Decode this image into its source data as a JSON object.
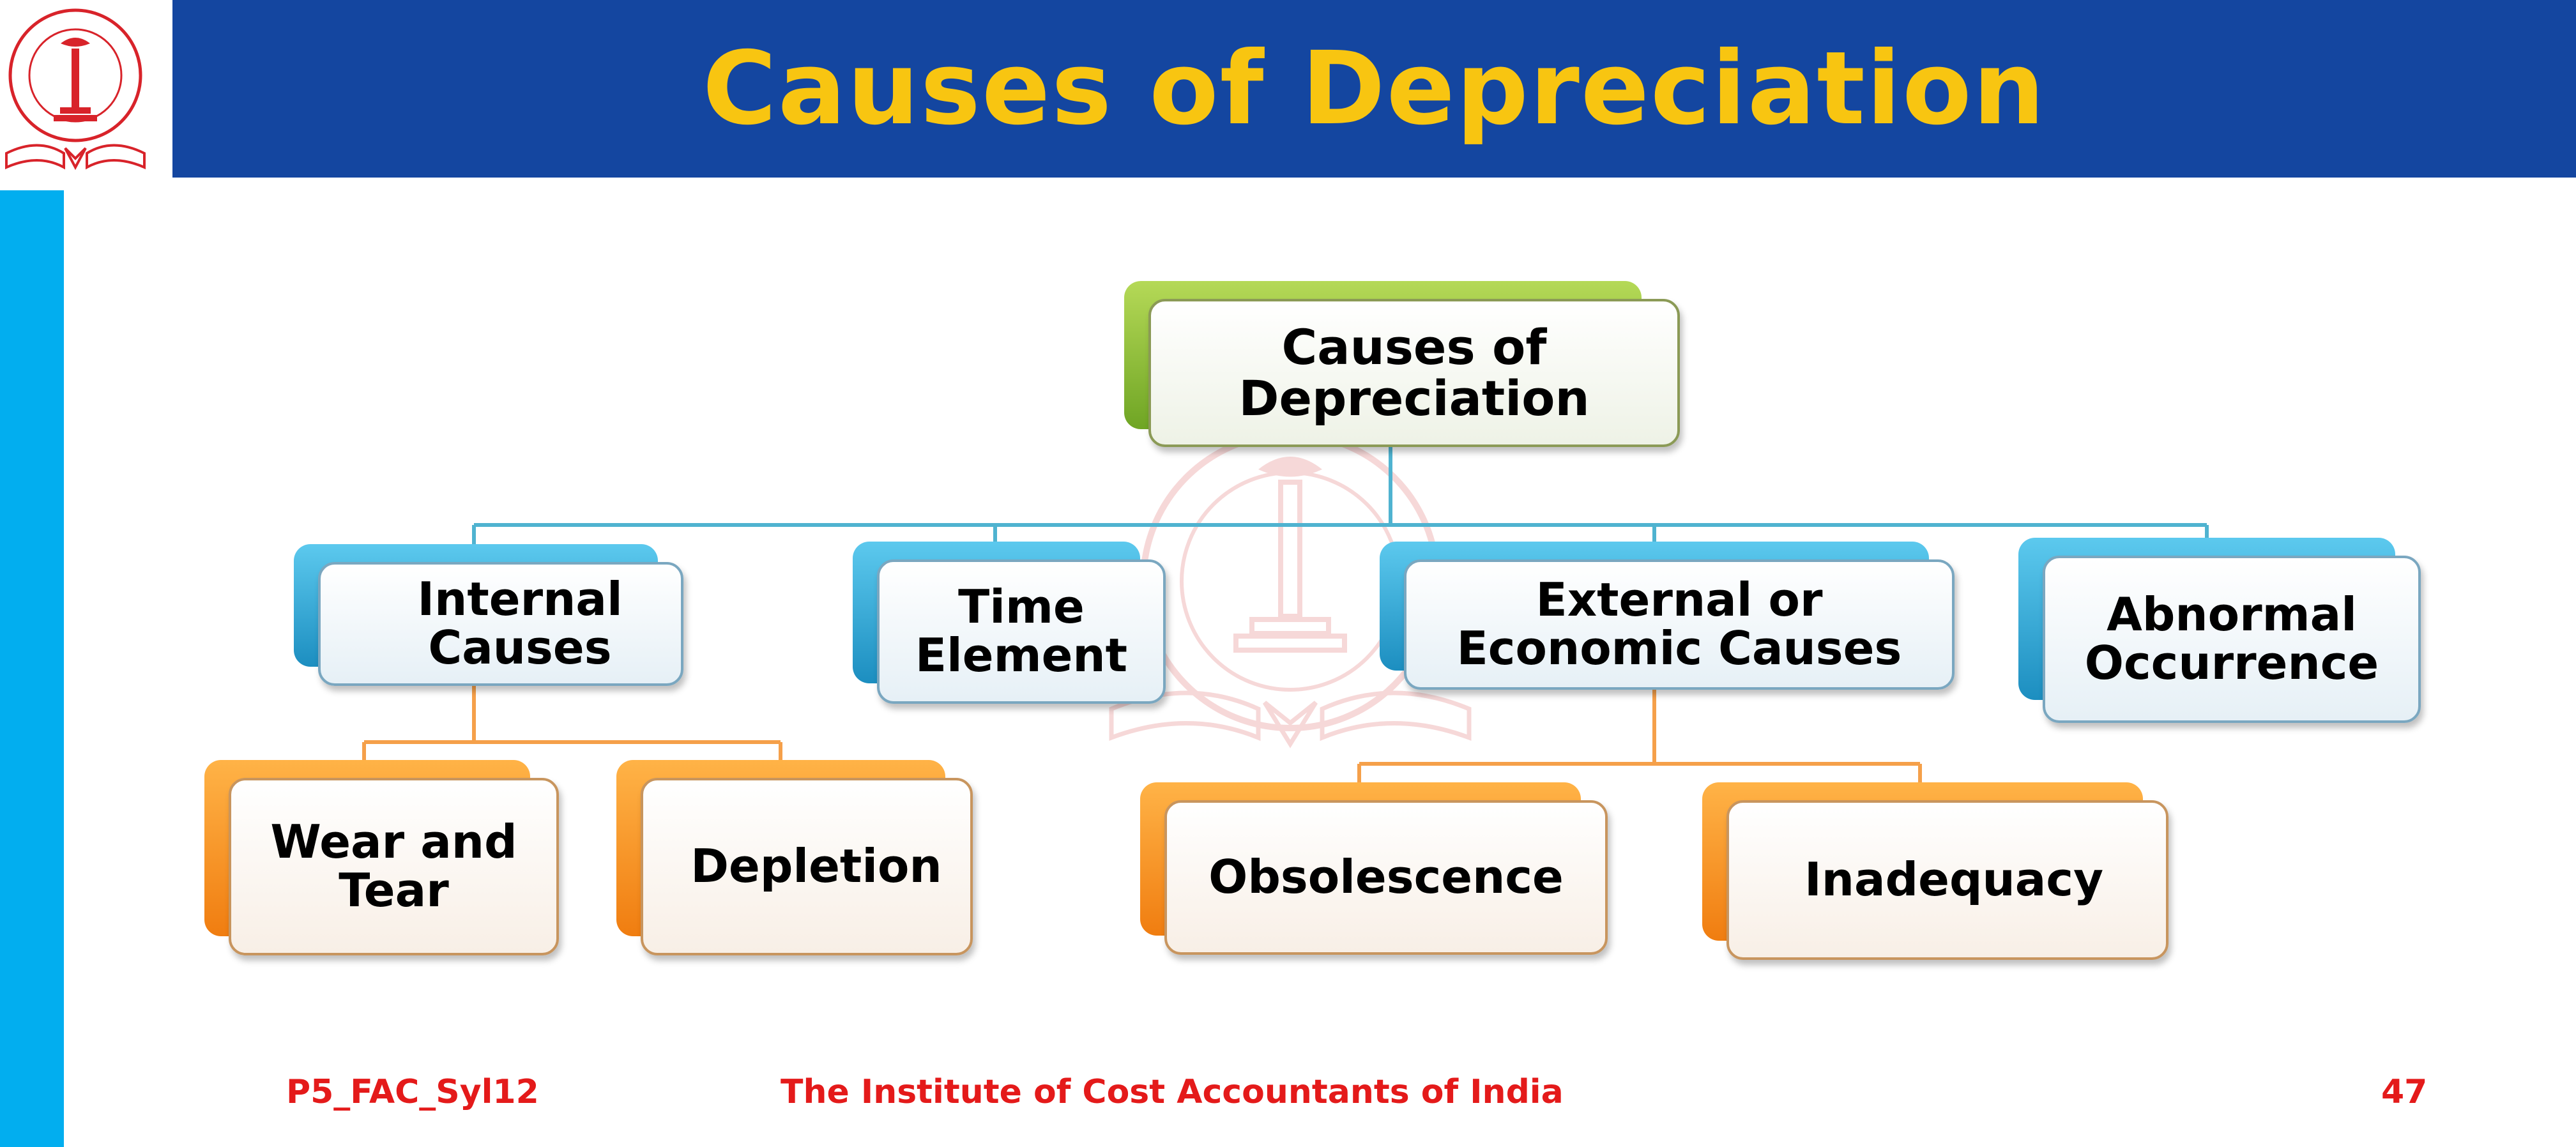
{
  "slide": {
    "title": "Causes of Depreciation"
  },
  "diagram": {
    "root": "Causes of\nDepreciation",
    "internal_causes": "Internal\nCauses",
    "time_element": "Time\nElement",
    "external_causes": "External or\nEconomic Causes",
    "abnormal_occurrence": "Abnormal\nOccurrence",
    "wear_and_tear": "Wear and\nTear",
    "depletion": "Depletion",
    "obsolescence": "Obsolescence",
    "inadequacy": "Inadequacy"
  },
  "footer": {
    "code": "P5_FAC_Syl12",
    "institute": "The Institute of Cost Accountants of India",
    "page_number": "47"
  },
  "colors": {
    "header_bg": "#1446a0",
    "title": "#f8c511",
    "left_bar": "#02aeef",
    "footer_text": "#e41a1a",
    "blue_connector": "#4fb3d0",
    "orange_connector": "#f5a04a"
  }
}
